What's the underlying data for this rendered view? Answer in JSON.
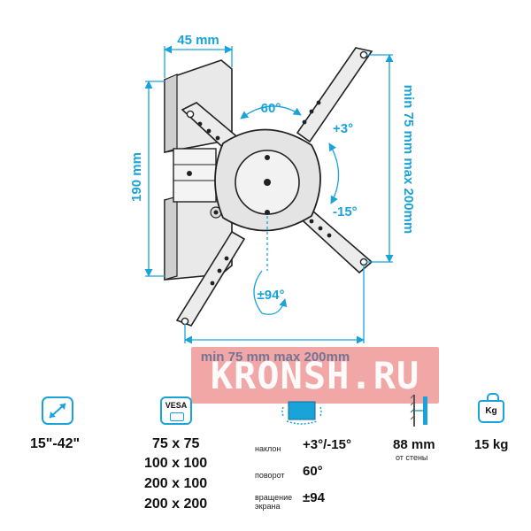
{
  "dimensions": {
    "width_label": "45 mm",
    "height_label": "190 mm",
    "vesa_horizontal_label": "min 75 mm max 200mm",
    "vesa_vertical_label": "min 75 mm max 200mm",
    "rotation_label": "60°",
    "tilt_up_label": "+3°",
    "tilt_down_label": "-15°",
    "swivel_label": "±94°"
  },
  "watermark": "KRONSH.RU",
  "specs": {
    "screen_size": "15\"-42\"",
    "vesa_badge": "VESA",
    "vesa_sizes": [
      "75 x 75",
      "100 x 100",
      "200 x 100",
      "200 x 200"
    ],
    "tilt_caption": "наклон",
    "tilt_value": "+3°/-15°",
    "swivel_caption": "поворот",
    "swivel_value": "60°",
    "rotation_caption_line1": "вращение",
    "rotation_caption_line2": "экрана",
    "rotation_value": "±94",
    "wall_distance": "88 mm",
    "wall_distance_caption": "от стены",
    "weight_badge": "Kg",
    "max_load": "15 kg"
  },
  "colors": {
    "accent": "#1aa3d9",
    "watermark": "#e23c3c",
    "text": "#111111"
  }
}
